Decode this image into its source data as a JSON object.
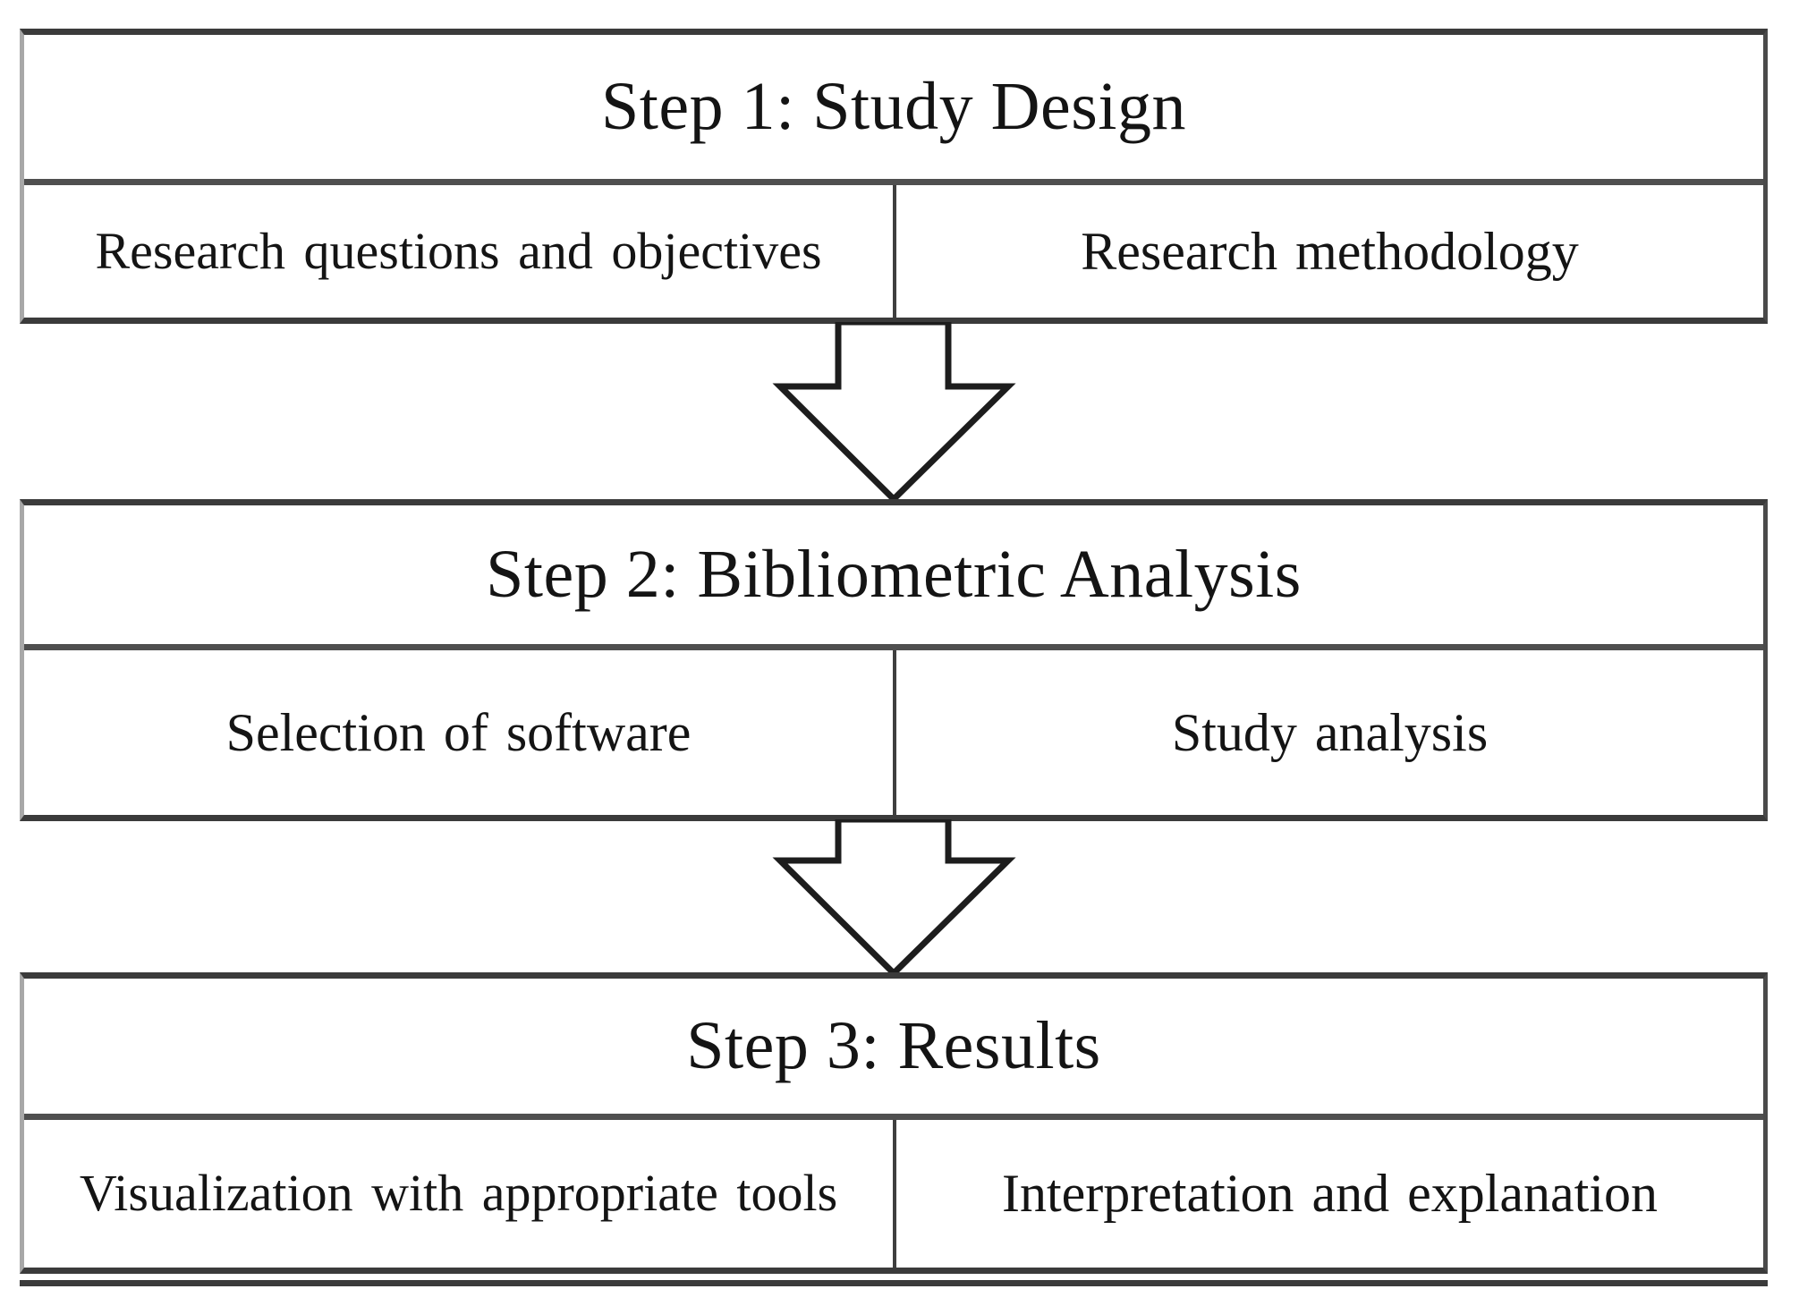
{
  "figure": {
    "name": "Three-step bibliometric research flowchart",
    "background_color": "#ffffff",
    "border_color": "#3b3b3b",
    "text_color": "#141414"
  },
  "steps": [
    {
      "id": "step-1",
      "title": "Step 1: Study Design",
      "cells": [
        {
          "id": "research-questions",
          "label": "Research  questions  and  objectives"
        },
        {
          "id": "research-methodology",
          "label": "Research  methodology"
        }
      ]
    },
    {
      "id": "step-2",
      "title": "Step 2: Bibliometric Analysis",
      "cells": [
        {
          "id": "selection-of-software",
          "label": "Selection  of software"
        },
        {
          "id": "study-analysis",
          "label": "Study analysis"
        }
      ]
    },
    {
      "id": "step-3",
      "title": "Step 3: Results",
      "cells": [
        {
          "id": "visualization-tools",
          "label": "Visualization  with  appropriate tools"
        },
        {
          "id": "interpretation-explanation",
          "label": "Interpretation  and  explanation"
        }
      ]
    }
  ],
  "connectors": [
    {
      "id": "arrow-step1-to-step2",
      "direction": "down",
      "from": "step-1",
      "to": "step-2"
    },
    {
      "id": "arrow-step2-to-step3",
      "direction": "down",
      "from": "step-2",
      "to": "step-3"
    }
  ]
}
